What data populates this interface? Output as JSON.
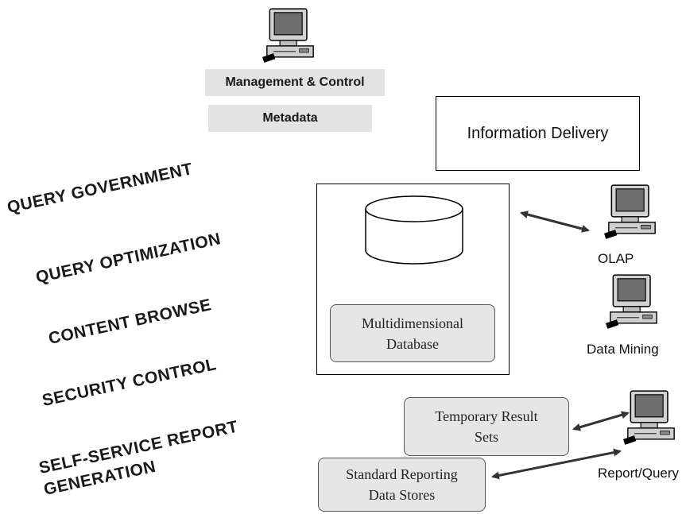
{
  "management_control": "Management & Control",
  "metadata": "Metadata",
  "information_delivery": "Information Delivery",
  "functions": [
    "QUERY GOVERNMENT",
    "QUERY  OPTIMIZATION",
    "CONTENT  BROWSE",
    "SECURITY  CONTROL",
    "SELF-SERVICE  REPORT",
    "GENERATION"
  ],
  "database": {
    "line1": "Multidimensional",
    "line2": "Database"
  },
  "temporary_result": {
    "line1": "Temporary Result",
    "line2": "Sets"
  },
  "standard_reporting": {
    "line1": "Standard Reporting",
    "line2": "Data Stores"
  },
  "tools": {
    "olap": "OLAP",
    "data_mining": "Data Mining",
    "report_query": "Report/Query"
  },
  "icons": {
    "computer": "computer-workstation-icon",
    "database": "database-cylinder-icon",
    "arrow": "double-headed-arrow-icon"
  }
}
